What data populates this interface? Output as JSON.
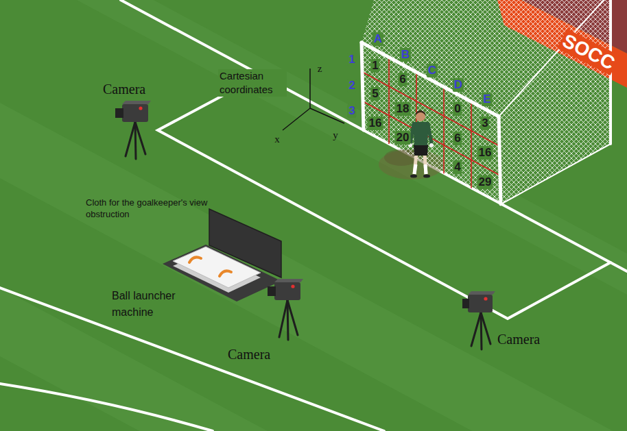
{
  "diagram": {
    "labels": [
      "A",
      "1",
      "B",
      "1",
      "SOCC",
      "C",
      "z",
      "Camera",
      "2",
      "6",
      "D",
      "Cartesian coordinates",
      "5",
      "3",
      "18",
      "E",
      "16",
      "0",
      "x",
      "y",
      "3",
      "20",
      "6",
      "16",
      "4",
      "29",
      "Cloth for the goalkeeper's view obstruction",
      "Ball launcher machine",
      "Camera",
      "Camera"
    ]
  }
}
